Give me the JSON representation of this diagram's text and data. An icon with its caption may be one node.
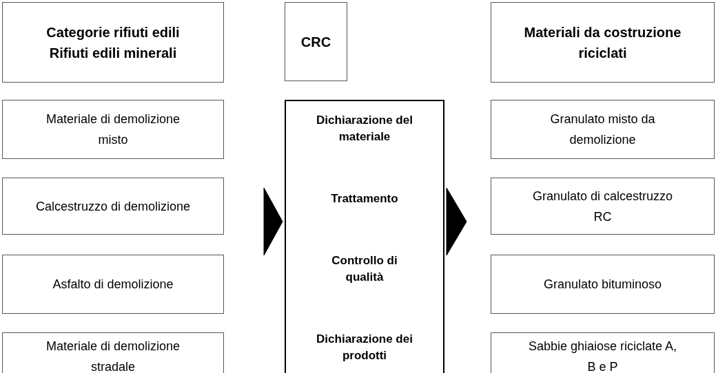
{
  "diagram": {
    "nodes": [
      {
        "text": [
          "Categorie rifiuti edili",
          "Rifiuti edili minerali"
        ]
      },
      {
        "text": [
          "CRC"
        ]
      },
      {
        "text": [
          "Materiali da costruzione riciclati"
        ]
      },
      {
        "text": [
          "Materiale di demolizione misto"
        ]
      },
      {
        "text": [
          "Calcestruzzo di demolizione"
        ]
      },
      {
        "text": [
          "Asfalto di demolizione"
        ]
      },
      {
        "text": [
          "Materiale di demolizione stradale"
        ]
      },
      {
        "text": [
          "Dichiarazione del materiale",
          "Trattamento",
          "Controllo di qualità",
          "Dichiarazione dei prodotti"
        ]
      },
      {
        "text": [
          "Granulato misto da demolizione"
        ]
      },
      {
        "text": [
          "Granulato di calcestruzzo RC"
        ]
      },
      {
        "text": [
          "Granulato bituminoso"
        ]
      },
      {
        "text": [
          "Sabbie ghiaiose riciclate A, B e P"
        ]
      }
    ],
    "edges": [
      {
        "from": null,
        "to": 7,
        "arrow": "to"
      },
      {
        "from": 7,
        "to": null,
        "arrow": "to"
      }
    ]
  }
}
